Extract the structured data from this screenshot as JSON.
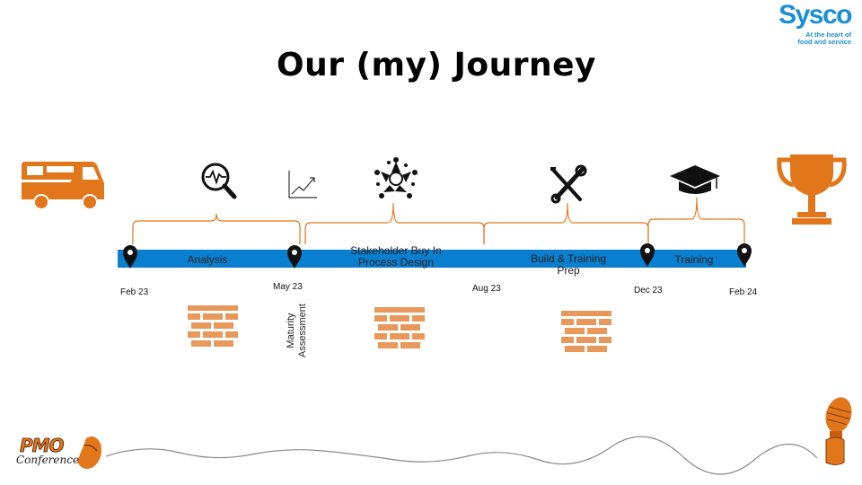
{
  "slide": {
    "title": "Our (my) Journey",
    "brand": {
      "name": "Sysco",
      "tagline_line1": "At the heart of",
      "tagline_line2": "food and service"
    },
    "conference_logo": {
      "line1": "PMO",
      "line2": "Conference"
    },
    "phases": [
      {
        "label": "Analysis"
      },
      {
        "label_line1": "Stakeholder Buy In",
        "label_line2": "Process Design"
      },
      {
        "label_line1": "Build & Training",
        "label_line2": "Prep"
      },
      {
        "label": "Training"
      }
    ],
    "dates": [
      "Feb 23",
      "May 23",
      "Aug 23",
      "Dec 23",
      "Feb 24"
    ],
    "milestone_vertical": {
      "line1": "Maturity",
      "line2": "Assessment"
    },
    "colors": {
      "timeline_bar": "#0a7fcf",
      "accent_orange": "#e2761b",
      "brick": "#e8985a",
      "brand_blue": "#1a8fd6"
    },
    "icons": [
      "rv-camper-icon",
      "magnifier-pulse-icon",
      "line-chart-icon",
      "team-hands-icon",
      "tools-icon",
      "graduation-cap-icon",
      "trophy-icon",
      "microphone-icon",
      "map-pin-icon",
      "brick-wall-icon"
    ]
  }
}
